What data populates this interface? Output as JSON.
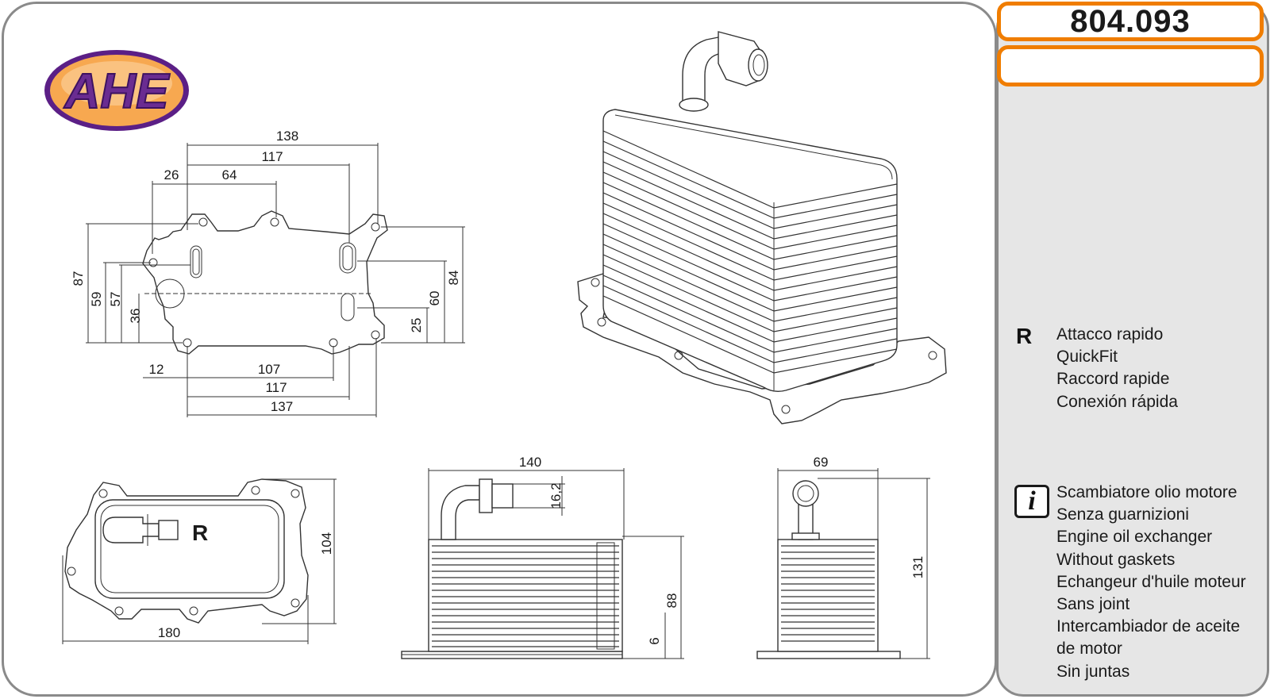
{
  "brand": {
    "logo_text": "AHE",
    "logo_fill": "#6a2c91",
    "logo_border": "#5b1f86",
    "logo_bg": "#f7a850"
  },
  "part_number": "804.093",
  "accent_color": "#f07d00",
  "dimensions": {
    "top_view": {
      "d138": "138",
      "d117_top": "117",
      "d26": "26",
      "d64": "64",
      "d87": "87",
      "d59": "59",
      "d57": "57",
      "d36": "36",
      "d84": "84",
      "d60": "60",
      "d25": "25",
      "d12": "12",
      "d107": "107",
      "d117_bottom": "117",
      "d137": "137"
    },
    "plan_view": {
      "d104": "104",
      "d180": "180",
      "marker": "R"
    },
    "side_view": {
      "d140": "140",
      "d16_2": "16,2",
      "d88": "88",
      "d6": "6"
    },
    "end_view": {
      "d69": "69",
      "d131": "131"
    }
  },
  "legend_quickfit": {
    "symbol": "R",
    "lines": [
      "Attacco rapido",
      "QuickFit",
      "Raccord rapide",
      "Conexión rápida"
    ]
  },
  "legend_info": {
    "icon": "info-icon",
    "symbol": "i",
    "lines": [
      "Scambiatore olio motore",
      "Senza guarnizioni",
      "Engine oil exchanger",
      "Without gaskets",
      "Echangeur d'huile moteur",
      "Sans joint",
      "Intercambiador de aceite",
      "de motor",
      "Sin juntas"
    ]
  }
}
